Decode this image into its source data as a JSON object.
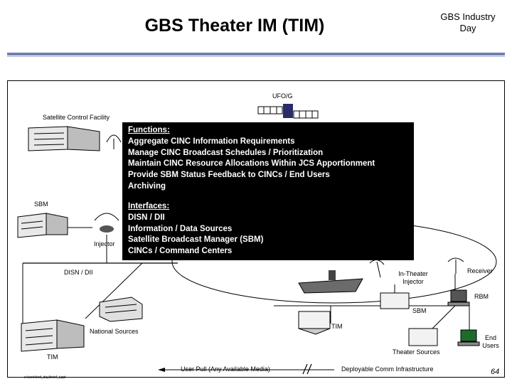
{
  "header": {
    "title": "GBS Theater IM (TIM)",
    "industry_day": "GBS Industry Day"
  },
  "diagram": {
    "satellite_label": "UFO/G",
    "satellite_control_label": "Satellite Control Facility",
    "sbm_left_label": "SBM",
    "injector_label": "Injector",
    "disn_label": "DISN / DII",
    "national_sources_label": "National Sources",
    "tim_left_label": "TIM",
    "in_theater_injector_label": "In-Theater Injector",
    "receiver_label": "Receiver",
    "rbm_label": "RBM",
    "sbm_right_label": "SBM",
    "tim_center_label": "TIM",
    "end_users_label": "End Users",
    "theater_sources_label": "Theater Sources",
    "user_pull_label": "User Pull (Any Available Media)",
    "deployable_label": "Deployable Comm Infrastructure"
  },
  "info_box": {
    "functions_heading": "Functions:",
    "functions": [
      "Aggregate CINC Information Requirements",
      "Manage CINC Broadcast Schedules / Prioritization",
      "Maintain CINC Resource Allocations Within JCS Apportionment",
      "Provide SBM Status Feedback to CINCs / End Users",
      "Archiving"
    ],
    "interfaces_heading": "Interfaces:",
    "interfaces": [
      "DISN / DII",
      "Information / Data Sources",
      "Satellite Broadcast Manager (SBM)",
      "CINCs / Command Centers"
    ]
  },
  "footer": {
    "file_path": "c:\\work\\ind_day\\brief_t.ppt",
    "page_number": "64"
  }
}
